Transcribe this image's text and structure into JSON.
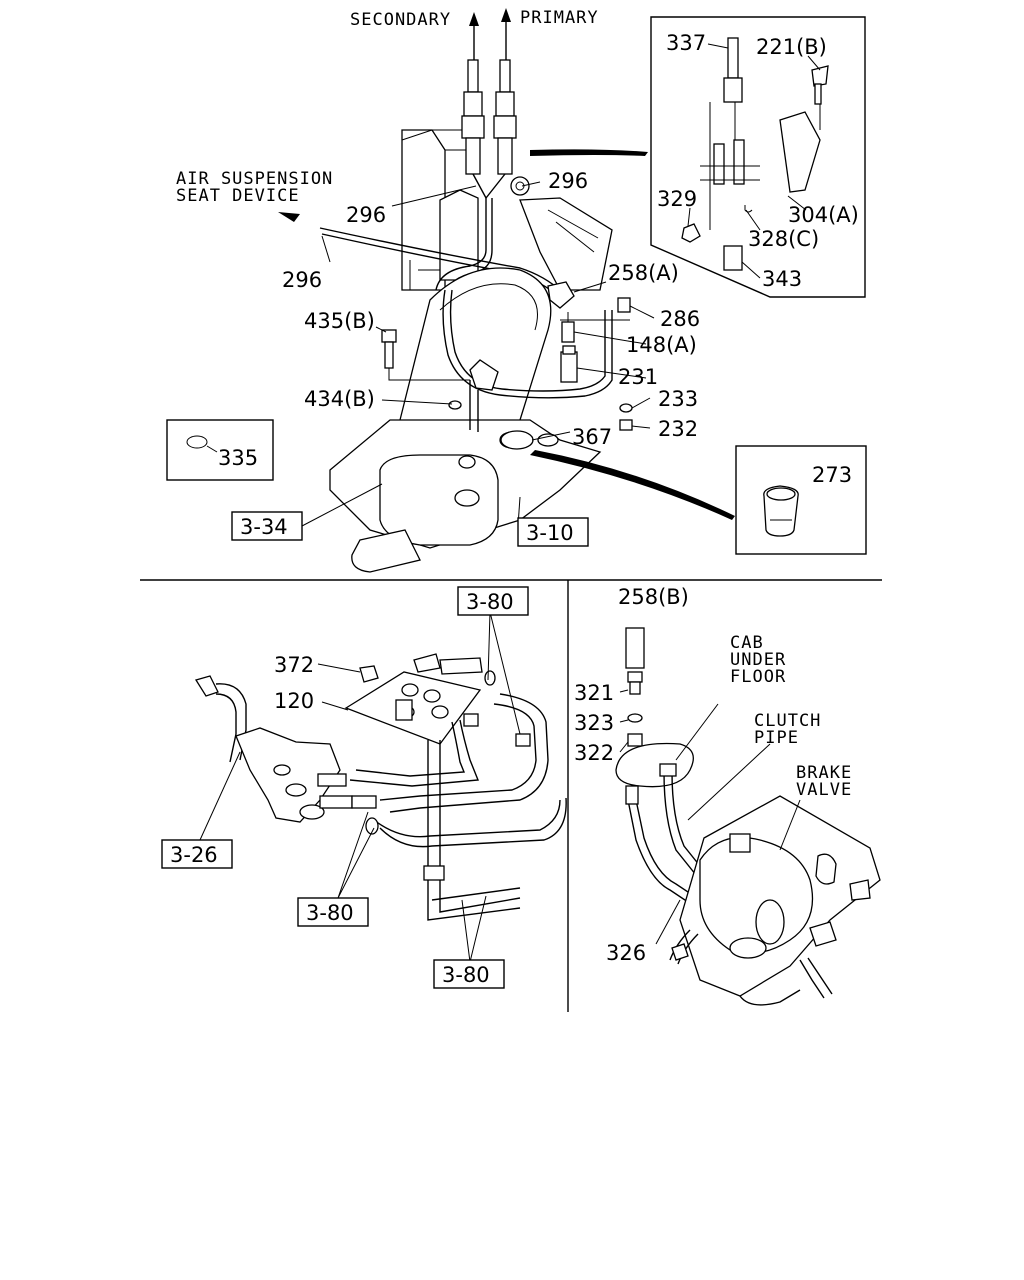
{
  "top_section": {
    "directions": {
      "secondary": "SECONDARY",
      "primary": "PRIMARY"
    },
    "air_suspension": {
      "line1": "AIR SUSPENSION",
      "line2": "SEAT DEVICE"
    },
    "callouts": {
      "c337": "337",
      "c221b": "221(B)",
      "c329": "329",
      "c304a": "304(A)",
      "c328c": "328(C)",
      "c343": "343",
      "c296a": "296",
      "c296b": "296",
      "c296c": "296",
      "c258a": "258(A)",
      "c286": "286",
      "c148a": "148(A)",
      "c435b": "435(B)",
      "c231": "231",
      "c434b": "434(B)",
      "c233": "233",
      "c232": "232",
      "c367": "367",
      "c335": "335",
      "c273": "273"
    },
    "refs": {
      "r334": "3-34",
      "r310": "3-10"
    }
  },
  "bottom_left": {
    "callouts": {
      "c372": "372",
      "c120": "120"
    },
    "refs": {
      "r380a": "3-80",
      "r326": "3-26",
      "r380b": "3-80",
      "r380c": "3-80"
    }
  },
  "bottom_right": {
    "callouts": {
      "c258b": "258(B)",
      "c321": "321",
      "c323": "323",
      "c322": "322",
      "c326": "326"
    },
    "cab_under_floor": {
      "line1": "CAB",
      "line2": "UNDER",
      "line3": "FLOOR"
    },
    "clutch_pipe": {
      "line1": "CLUTCH",
      "line2": "PIPE"
    },
    "brake_valve": {
      "line1": "BRAKE",
      "line2": "VALVE"
    }
  }
}
